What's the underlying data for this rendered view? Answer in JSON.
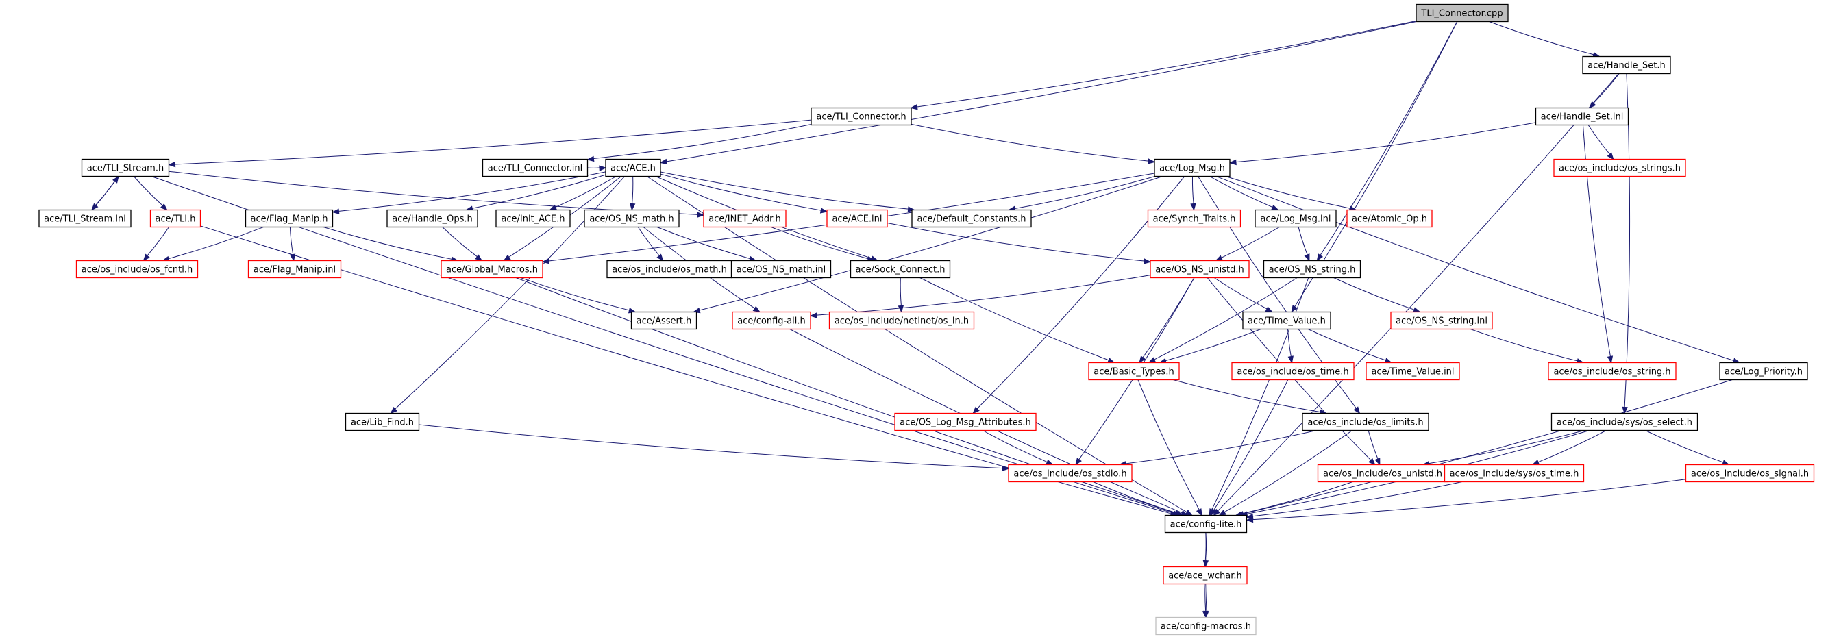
{
  "colors": {
    "edge": "#191970",
    "normal_border": "#000000",
    "missing_border": "#ff0000",
    "external_border": "#bfbfbf",
    "root_fill": "#bfbfbf",
    "fill": "#ffffff"
  },
  "nodes": [
    {
      "id": "root",
      "label": "TLI_Connector.cpp",
      "kind": "root"
    },
    {
      "id": "tli_connector_h",
      "label": "ace/TLI_Connector.h",
      "kind": "normal"
    },
    {
      "id": "handle_set_h",
      "label": "ace/Handle_Set.h",
      "kind": "normal"
    },
    {
      "id": "handle_set_inl",
      "label": "ace/Handle_Set.inl",
      "kind": "normal"
    },
    {
      "id": "tli_stream_h",
      "label": "ace/TLI_Stream.h",
      "kind": "normal"
    },
    {
      "id": "tli_connector_inl",
      "label": "ace/TLI_Connector.inl",
      "kind": "normal"
    },
    {
      "id": "ace_h",
      "label": "ace/ACE.h",
      "kind": "normal"
    },
    {
      "id": "log_msg_h",
      "label": "ace/Log_Msg.h",
      "kind": "normal"
    },
    {
      "id": "os_strings_h",
      "label": "ace/os_include/os_strings.h",
      "kind": "missing"
    },
    {
      "id": "tli_stream_inl",
      "label": "ace/TLI_Stream.inl",
      "kind": "normal"
    },
    {
      "id": "tli_h",
      "label": "ace/TLI.h",
      "kind": "missing"
    },
    {
      "id": "flag_manip_h",
      "label": "ace/Flag_Manip.h",
      "kind": "normal"
    },
    {
      "id": "handle_ops_h",
      "label": "ace/Handle_Ops.h",
      "kind": "normal"
    },
    {
      "id": "init_ace_h",
      "label": "ace/Init_ACE.h",
      "kind": "normal"
    },
    {
      "id": "os_ns_math_h",
      "label": "ace/OS_NS_math.h",
      "kind": "normal"
    },
    {
      "id": "inet_addr_h",
      "label": "ace/INET_Addr.h",
      "kind": "missing"
    },
    {
      "id": "ace_inl",
      "label": "ace/ACE.inl",
      "kind": "missing"
    },
    {
      "id": "default_constants_h",
      "label": "ace/Default_Constants.h",
      "kind": "normal"
    },
    {
      "id": "synch_traits_h",
      "label": "ace/Synch_Traits.h",
      "kind": "missing"
    },
    {
      "id": "log_msg_inl",
      "label": "ace/Log_Msg.inl",
      "kind": "normal"
    },
    {
      "id": "atomic_op_h",
      "label": "ace/Atomic_Op.h",
      "kind": "missing"
    },
    {
      "id": "os_fcntl_h",
      "label": "ace/os_include/os_fcntl.h",
      "kind": "missing"
    },
    {
      "id": "flag_manip_inl",
      "label": "ace/Flag_Manip.inl",
      "kind": "missing"
    },
    {
      "id": "global_macros_h",
      "label": "ace/Global_Macros.h",
      "kind": "missing"
    },
    {
      "id": "os_math_h",
      "label": "ace/os_include/os_math.h",
      "kind": "normal"
    },
    {
      "id": "os_ns_math_inl",
      "label": "ace/OS_NS_math.inl",
      "kind": "normal"
    },
    {
      "id": "sock_connect_h",
      "label": "ace/Sock_Connect.h",
      "kind": "normal"
    },
    {
      "id": "os_ns_unistd_h",
      "label": "ace/OS_NS_unistd.h",
      "kind": "missing"
    },
    {
      "id": "os_ns_string_h",
      "label": "ace/OS_NS_string.h",
      "kind": "normal"
    },
    {
      "id": "assert_h",
      "label": "ace/Assert.h",
      "kind": "normal"
    },
    {
      "id": "config_all_h",
      "label": "ace/config-all.h",
      "kind": "missing"
    },
    {
      "id": "os_in_h",
      "label": "ace/os_include/netinet/os_in.h",
      "kind": "missing"
    },
    {
      "id": "time_value_h",
      "label": "ace/Time_Value.h",
      "kind": "normal"
    },
    {
      "id": "os_ns_string_inl",
      "label": "ace/OS_NS_string.inl",
      "kind": "missing"
    },
    {
      "id": "basic_types_h",
      "label": "ace/Basic_Types.h",
      "kind": "missing"
    },
    {
      "id": "os_time_h",
      "label": "ace/os_include/os_time.h",
      "kind": "missing"
    },
    {
      "id": "time_value_inl",
      "label": "ace/Time_Value.inl",
      "kind": "missing"
    },
    {
      "id": "os_string_h",
      "label": "ace/os_include/os_string.h",
      "kind": "missing"
    },
    {
      "id": "log_priority_h",
      "label": "ace/Log_Priority.h",
      "kind": "normal"
    },
    {
      "id": "lib_find_h",
      "label": "ace/Lib_Find.h",
      "kind": "normal"
    },
    {
      "id": "os_log_msg_attributes_h",
      "label": "ace/OS_Log_Msg_Attributes.h",
      "kind": "missing"
    },
    {
      "id": "os_limits_h",
      "label": "ace/os_include/os_limits.h",
      "kind": "normal"
    },
    {
      "id": "os_select_h",
      "label": "ace/os_include/sys/os_select.h",
      "kind": "normal"
    },
    {
      "id": "os_stdio_h",
      "label": "ace/os_include/os_stdio.h",
      "kind": "missing"
    },
    {
      "id": "os_unistd_h",
      "label": "ace/os_include/os_unistd.h",
      "kind": "missing"
    },
    {
      "id": "sys_os_time_h",
      "label": "ace/os_include/sys/os_time.h",
      "kind": "missing"
    },
    {
      "id": "os_signal_h",
      "label": "ace/os_include/os_signal.h",
      "kind": "missing"
    },
    {
      "id": "config_lite_h",
      "label": "ace/config-lite.h",
      "kind": "normal"
    },
    {
      "id": "ace_wchar_h",
      "label": "ace/ace_wchar.h",
      "kind": "missing"
    },
    {
      "id": "config_macros_h",
      "label": "ace/config-macros.h",
      "kind": "external"
    }
  ],
  "edges": [
    [
      "root",
      "tli_connector_h"
    ],
    [
      "root",
      "ace_h"
    ],
    [
      "root",
      "handle_set_h"
    ],
    [
      "root",
      "os_ns_string_h"
    ],
    [
      "root",
      "time_value_h"
    ],
    [
      "handle_set_h",
      "handle_set_inl"
    ],
    [
      "handle_set_h",
      "os_select_h"
    ],
    [
      "handle_set_h",
      "config_lite_h"
    ],
    [
      "handle_set_inl",
      "log_msg_h"
    ],
    [
      "handle_set_inl",
      "os_strings_h"
    ],
    [
      "handle_set_inl",
      "os_string_h"
    ],
    [
      "tli_connector_h",
      "tli_stream_h"
    ],
    [
      "tli_connector_h",
      "tli_connector_inl"
    ],
    [
      "tli_connector_h",
      "log_msg_h"
    ],
    [
      "tli_stream_h",
      "tli_stream_inl"
    ],
    [
      "tli_stream_inl",
      "tli_stream_h"
    ],
    [
      "tli_stream_h",
      "tli_h"
    ],
    [
      "tli_stream_h",
      "inet_addr_h"
    ],
    [
      "tli_stream_h",
      "config_lite_h"
    ],
    [
      "tli_h",
      "os_fcntl_h"
    ],
    [
      "tli_h",
      "config_lite_h"
    ],
    [
      "tli_connector_inl",
      "ace_h"
    ],
    [
      "ace_h",
      "flag_manip_h"
    ],
    [
      "ace_h",
      "handle_ops_h"
    ],
    [
      "ace_h",
      "init_ace_h"
    ],
    [
      "ace_h",
      "os_ns_math_h"
    ],
    [
      "ace_h",
      "ace_inl"
    ],
    [
      "ace_h",
      "default_constants_h"
    ],
    [
      "ace_h",
      "sock_connect_h"
    ],
    [
      "ace_h",
      "lib_find_h"
    ],
    [
      "ace_h",
      "config_lite_h"
    ],
    [
      "ace_h",
      "global_macros_h"
    ],
    [
      "flag_manip_h",
      "os_fcntl_h"
    ],
    [
      "flag_manip_h",
      "flag_manip_inl"
    ],
    [
      "flag_manip_h",
      "global_macros_h"
    ],
    [
      "handle_ops_h",
      "global_macros_h"
    ],
    [
      "os_ns_math_h",
      "os_math_h"
    ],
    [
      "os_ns_math_h",
      "os_ns_math_inl"
    ],
    [
      "os_ns_math_h",
      "config_all_h"
    ],
    [
      "inet_addr_h",
      "sock_connect_h"
    ],
    [
      "ace_inl",
      "os_ns_unistd_h"
    ],
    [
      "global_macros_h",
      "assert_h"
    ],
    [
      "global_macros_h",
      "config_lite_h"
    ],
    [
      "sock_connect_h",
      "os_in_h"
    ],
    [
      "sock_connect_h",
      "basic_types_h"
    ],
    [
      "log_msg_h",
      "default_constants_h"
    ],
    [
      "log_msg_h",
      "synch_traits_h"
    ],
    [
      "log_msg_h",
      "log_msg_inl"
    ],
    [
      "log_msg_h",
      "atomic_op_h"
    ],
    [
      "log_msg_h",
      "global_macros_h"
    ],
    [
      "log_msg_h",
      "assert_h"
    ],
    [
      "log_msg_h",
      "os_log_msg_attributes_h"
    ],
    [
      "log_msg_h",
      "log_priority_h"
    ],
    [
      "log_msg_h",
      "os_limits_h"
    ],
    [
      "log_msg_inl",
      "os_ns_unistd_h"
    ],
    [
      "log_msg_inl",
      "os_ns_string_h"
    ],
    [
      "os_ns_unistd_h",
      "config_all_h"
    ],
    [
      "os_ns_unistd_h",
      "time_value_h"
    ],
    [
      "os_ns_unistd_h",
      "basic_types_h"
    ],
    [
      "os_ns_unistd_h",
      "os_stdio_h"
    ],
    [
      "os_ns_unistd_h",
      "os_unistd_h"
    ],
    [
      "os_ns_string_h",
      "os_ns_string_inl"
    ],
    [
      "os_ns_string_h",
      "basic_types_h"
    ],
    [
      "os_ns_string_h",
      "config_lite_h"
    ],
    [
      "os_ns_string_inl",
      "os_string_h"
    ],
    [
      "time_value_h",
      "basic_types_h"
    ],
    [
      "time_value_h",
      "os_time_h"
    ],
    [
      "time_value_h",
      "time_value_inl"
    ],
    [
      "config_all_h",
      "config_lite_h"
    ],
    [
      "basic_types_h",
      "os_limits_h"
    ],
    [
      "basic_types_h",
      "config_lite_h"
    ],
    [
      "os_time_h",
      "config_lite_h"
    ],
    [
      "log_priority_h",
      "config_lite_h"
    ],
    [
      "lib_find_h",
      "os_stdio_h"
    ],
    [
      "os_log_msg_attributes_h",
      "os_stdio_h"
    ],
    [
      "os_limits_h",
      "os_stdio_h"
    ],
    [
      "os_limits_h",
      "os_unistd_h"
    ],
    [
      "os_limits_h",
      "config_lite_h"
    ],
    [
      "os_select_h",
      "os_unistd_h"
    ],
    [
      "os_select_h",
      "sys_os_time_h"
    ],
    [
      "os_select_h",
      "os_signal_h"
    ],
    [
      "os_select_h",
      "config_lite_h"
    ],
    [
      "os_stdio_h",
      "config_lite_h"
    ],
    [
      "os_unistd_h",
      "config_lite_h"
    ],
    [
      "sys_os_time_h",
      "config_lite_h"
    ],
    [
      "os_signal_h",
      "config_lite_h"
    ],
    [
      "config_lite_h",
      "ace_wchar_h"
    ],
    [
      "config_lite_h",
      "config_macros_h"
    ],
    [
      "ace_wchar_h",
      "config_macros_h"
    ]
  ]
}
